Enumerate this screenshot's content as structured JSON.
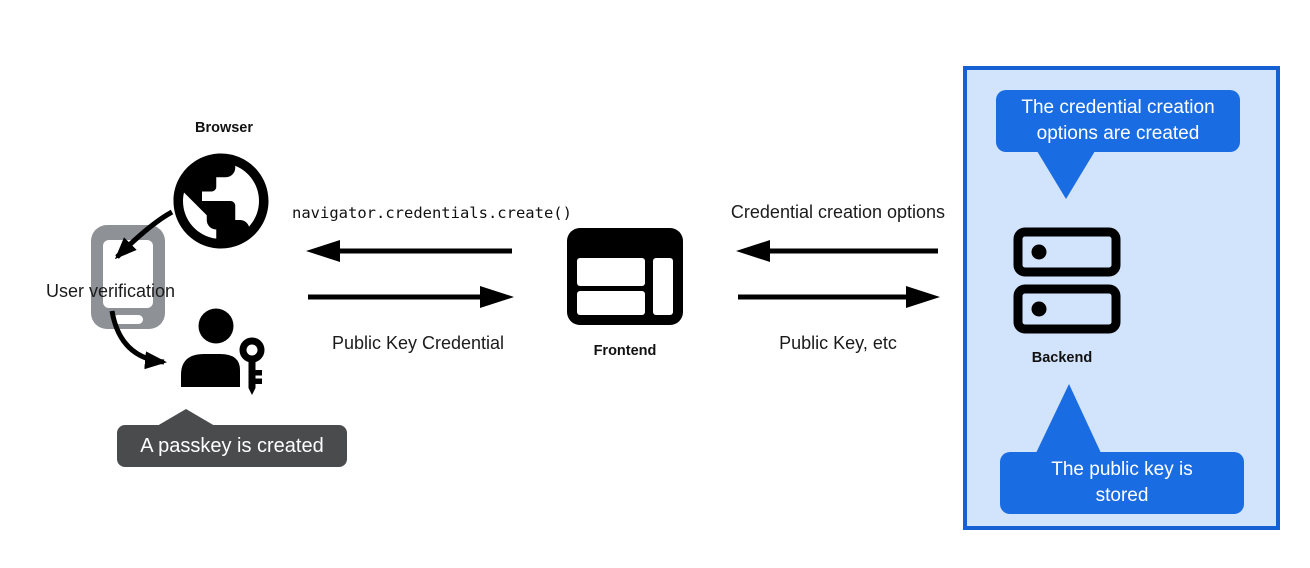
{
  "colors": {
    "ink": "#000000",
    "accent_blue": "#1a6ce2",
    "panel_fill": "#d2e3fc",
    "panel_border": "#1560d2",
    "tooltip_gray": "#4a4b4d",
    "phone_gray": "#8e9297",
    "text": "#1b1b1b"
  },
  "nodes": {
    "browser": {
      "label": "Browser"
    },
    "device": {
      "label": "User verification"
    },
    "frontend": {
      "label": "Frontend"
    },
    "backend": {
      "label": "Backend"
    }
  },
  "arrows": {
    "create_call": "navigator.credentials.create()",
    "public_key_credential": "Public Key Credential",
    "credential_creation_options": "Credential creation options",
    "public_key_etc": "Public Key, etc"
  },
  "callouts": {
    "passkey_created": "A passkey is created",
    "options_created": "The credential creation options are created",
    "public_key_stored": "The public key is stored"
  },
  "icons": {
    "browser": "globe-icon",
    "device": "smartphone-icon",
    "user": "person-with-key-icon",
    "frontend": "browser-window-icon",
    "backend": "server-icon"
  }
}
